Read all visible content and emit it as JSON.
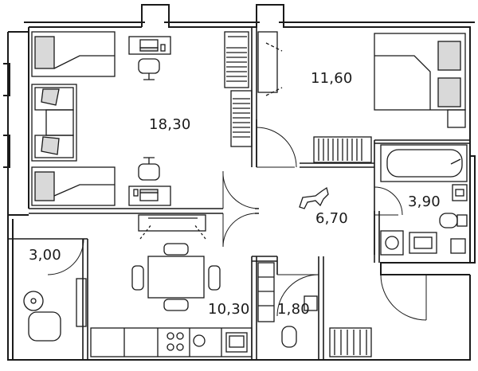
{
  "rooms": [
    {
      "id": "bedroom-left",
      "area": "18,30"
    },
    {
      "id": "bedroom-right",
      "area": "11,60"
    },
    {
      "id": "hallway",
      "area": "6,70"
    },
    {
      "id": "bathroom",
      "area": "3,90"
    },
    {
      "id": "balcony",
      "area": "3,00"
    },
    {
      "id": "kitchen",
      "area": "10,30"
    },
    {
      "id": "wc",
      "area": "1,80"
    }
  ],
  "colors": {
    "wall": "#1a1a1a",
    "fill": "#ffffff",
    "furniture_shade": "#d9d9d9"
  }
}
